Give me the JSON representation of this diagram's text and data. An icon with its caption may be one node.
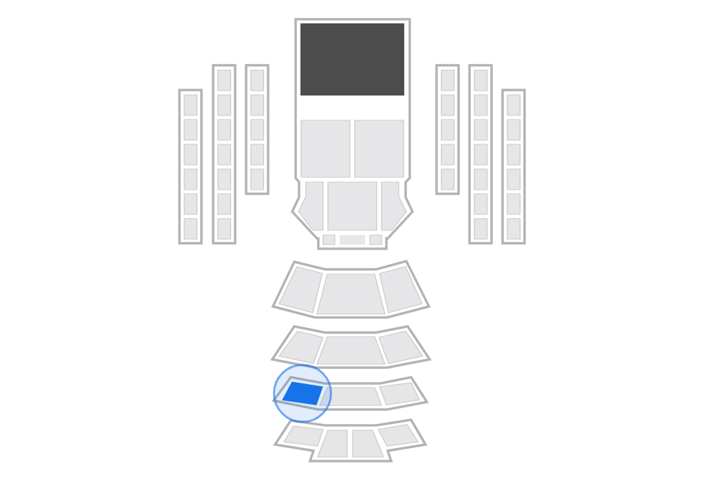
{
  "diagram": {
    "nodes": [
      {
        "text": [],
        "shape": "box"
      },
      {
        "text": [],
        "shape": "box",
        "in": 0
      },
      {
        "text": [],
        "shape": "box",
        "in": 0
      },
      {
        "text": [],
        "shape": "box",
        "in": 0
      },
      {
        "text": [],
        "shape": "box",
        "in": 0
      },
      {
        "text": [],
        "shape": "box",
        "in": 0
      },
      {
        "text": [],
        "shape": "box",
        "in": 0
      },
      {
        "text": [],
        "shape": "box"
      },
      {
        "text": [],
        "shape": "box",
        "in": 7
      },
      {
        "text": [],
        "shape": "box",
        "in": 7
      },
      {
        "text": [],
        "shape": "box",
        "in": 7
      },
      {
        "text": [],
        "shape": "box",
        "in": 7
      },
      {
        "text": [],
        "shape": "box",
        "in": 7
      },
      {
        "text": [],
        "shape": "box",
        "in": 7
      },
      {
        "text": [],
        "shape": "box",
        "in": 7
      },
      {
        "text": [],
        "shape": "box"
      },
      {
        "text": [],
        "shape": "box",
        "in": 15
      },
      {
        "text": [],
        "shape": "box",
        "in": 15
      },
      {
        "text": [],
        "shape": "box",
        "in": 15
      },
      {
        "text": [],
        "shape": "box",
        "in": 15
      },
      {
        "text": [],
        "shape": "box",
        "in": 15
      },
      {
        "text": [],
        "shape": "box"
      },
      {
        "text": [],
        "shape": "box",
        "in": 21
      },
      {
        "text": [],
        "shape": "box",
        "in": 21
      },
      {
        "text": [],
        "shape": "box",
        "in": 21
      },
      {
        "text": [],
        "shape": "box",
        "in": 21
      },
      {
        "text": [],
        "shape": "box",
        "in": 21
      },
      {
        "text": [],
        "shape": "box",
        "in": 21
      },
      {
        "text": [],
        "shape": "box",
        "in": 21
      },
      {
        "text": [],
        "shape": "box",
        "in": 21
      },
      {
        "text": [],
        "shape": "box",
        "in": 21
      },
      {
        "text": [],
        "shape": "box"
      },
      {
        "text": [],
        "shape": "box",
        "in": 31
      },
      {
        "text": [],
        "shape": "box",
        "in": 31
      },
      {
        "text": [],
        "shape": "box",
        "in": 31
      },
      {
        "text": [],
        "shape": "box",
        "in": 31
      },
      {
        "text": [],
        "shape": "box",
        "in": 31
      },
      {
        "text": [],
        "shape": "box"
      },
      {
        "text": [],
        "shape": "box",
        "in": 37
      },
      {
        "text": [],
        "shape": "box",
        "in": 37
      },
      {
        "text": [],
        "shape": "box",
        "in": 37
      },
      {
        "text": [],
        "shape": "box",
        "in": 37
      },
      {
        "text": [],
        "shape": "box",
        "in": 37
      },
      {
        "text": [],
        "shape": "box",
        "in": 37
      },
      {
        "text": [],
        "shape": "box",
        "in": 37
      },
      {
        "text": [],
        "shape": "box"
      },
      {
        "text": [],
        "shape": "box",
        "in": 45
      },
      {
        "text": [],
        "shape": "box",
        "in": 45
      },
      {
        "text": [],
        "shape": "box",
        "in": 45
      },
      {
        "text": [],
        "shape": "box",
        "in": 45
      },
      {
        "text": [],
        "shape": "box",
        "in": 45
      },
      {
        "text": [],
        "shape": "box",
        "in": 45
      },
      {
        "text": [],
        "shape": "box"
      },
      {
        "text": [],
        "shape": "box",
        "in": 52
      },
      {
        "text": [],
        "shape": "box",
        "in": 52
      },
      {
        "text": [],
        "shape": "box",
        "in": 52
      },
      {
        "text": [],
        "shape": "box"
      },
      {
        "text": [],
        "shape": "box",
        "in": 56
      },
      {
        "text": [],
        "shape": "box",
        "in": 56
      },
      {
        "text": [],
        "shape": "box",
        "in": 56
      },
      {
        "text": [],
        "shape": "box"
      },
      {
        "text": [],
        "shape": "box",
        "in": 60
      },
      {
        "text": [],
        "shape": "box",
        "in": 60
      },
      {
        "text": [],
        "shape": "box",
        "in": 60
      },
      {
        "text": [],
        "shape": "box"
      },
      {
        "text": [],
        "shape": "box",
        "in": 64
      },
      {
        "text": [],
        "shape": "box",
        "in": 64
      },
      {
        "text": [],
        "shape": "box",
        "in": 64
      },
      {
        "text": [],
        "shape": "box",
        "in": 64
      }
    ]
  }
}
